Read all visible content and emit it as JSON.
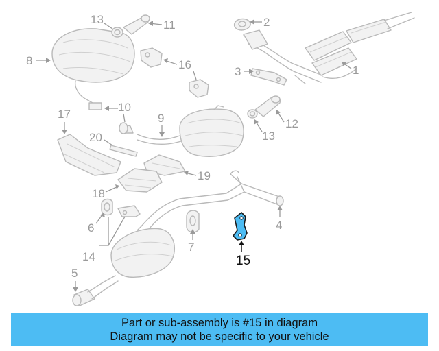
{
  "colors": {
    "banner_bg": "#4dbcf3",
    "highlight_part_fill": "#4dbcf3",
    "highlight_part_stroke": "#1a1a1a",
    "ghost_line": "#b9b9b9",
    "callout_text": "#9a9a9a",
    "highlight_text": "#111111"
  },
  "diagram": {
    "highlighted_part": "15",
    "callouts": [
      "1",
      "2",
      "3",
      "4",
      "5",
      "6",
      "7",
      "8",
      "9",
      "10",
      "11",
      "12",
      "13",
      "13",
      "14",
      "15",
      "16",
      "17",
      "18",
      "19",
      "20"
    ]
  },
  "banner": {
    "line1": "Part or sub-assembly is #15 in diagram",
    "line2": "Diagram may not be specific to your vehicle"
  }
}
